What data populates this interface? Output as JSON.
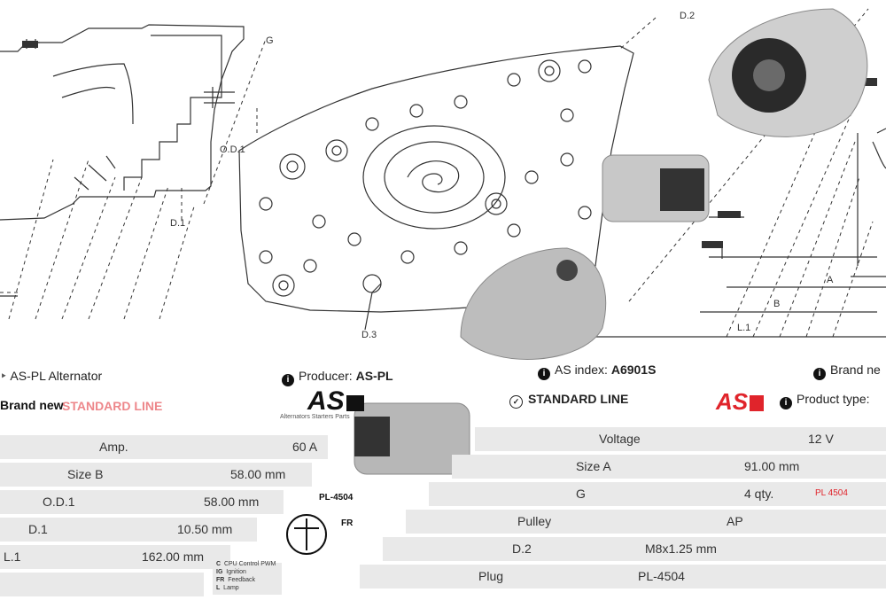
{
  "header": {
    "alternator_title": "AS-PL Alternator",
    "producer_label": "Producer:",
    "producer_value": "AS-PL",
    "as_index_label": "AS index:",
    "as_index_value": "A6901S",
    "brand_label": "Brand ne",
    "product_type_label": "Product type:"
  },
  "brand_badge": "Brand new",
  "standard_line_faded": "STANDARD LINE",
  "standard_line": "STANDARD LINE",
  "logo_text": "AS",
  "logo_sub": "Alternators Starters Parts",
  "dimension_labels": {
    "d2": "D.2",
    "d1": "D.1",
    "od1": "O.D.1",
    "d3": "D.3",
    "a": "A",
    "b": "B",
    "l1": "L.1",
    "g": "G"
  },
  "plug_labels": {
    "plug_code": "PL-4504",
    "plug_code_small": "PL 4504",
    "fr": "FR",
    "legend": [
      {
        "code": "C",
        "desc": "CPU Control PWM"
      },
      {
        "code": "IG",
        "desc": "Ignition"
      },
      {
        "code": "FR",
        "desc": "Feedback"
      },
      {
        "code": "L",
        "desc": "Lamp"
      }
    ]
  },
  "left_table": [
    {
      "key": "Amp.",
      "value": "60 A"
    },
    {
      "key": "Size B",
      "value": "58.00 mm"
    },
    {
      "key": "O.D.1",
      "value": "58.00 mm"
    },
    {
      "key": "D.1",
      "value": "10.50 mm"
    },
    {
      "key": "L.1",
      "value": "162.00 mm"
    }
  ],
  "right_table": [
    {
      "key": "Voltage",
      "value": "12 V"
    },
    {
      "key": "Size A",
      "value": "91.00 mm"
    },
    {
      "key": "G",
      "value": "4 qty."
    },
    {
      "key": "Pulley",
      "value": "AP"
    },
    {
      "key": "D.2",
      "value": "M8x1.25 mm"
    },
    {
      "key": "Plug",
      "value": "PL-4504"
    }
  ],
  "colors": {
    "accent_red": "#e0242b",
    "row_bg": "#e9e9e9",
    "line": "#333333"
  }
}
